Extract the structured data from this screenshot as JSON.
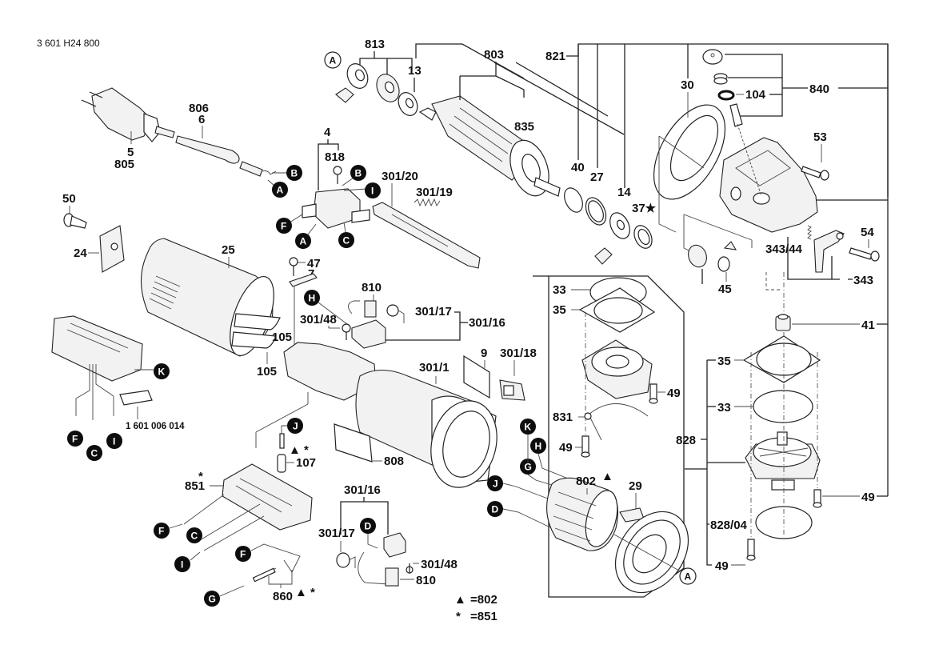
{
  "document": {
    "drawing_number": "3 601 H24 800"
  },
  "part_labels": {
    "p813": "813",
    "p13": "13",
    "p803": "803",
    "p835": "835",
    "p821": "821",
    "p40": "40",
    "p27": "27",
    "p14": "14",
    "p37": "37★",
    "p30": "30",
    "p104": "104",
    "p840": "840",
    "p53": "53",
    "p54": "54",
    "p343_44": "343/44",
    "p343": "343",
    "p45": "45",
    "p41": "41",
    "p35_right": "35",
    "p33_right": "33",
    "p828": "828",
    "p49_right": "49",
    "p828_04": "828/04",
    "p49_right_low": "49",
    "p806": "806",
    "p6": "6",
    "p5": "5",
    "p805": "805",
    "p4": "4",
    "p818": "818",
    "p301_20": "301/20",
    "p301_19": "301/19",
    "p50": "50",
    "p24": "24",
    "p25": "25",
    "p105_a": "105",
    "p105_b": "105",
    "p47": "47",
    "p7": "7",
    "p810_top": "810",
    "p301_17_top": "301/17",
    "p301_16_top": "301/16",
    "p301_48_top": "301/48",
    "p9": "9",
    "p301_18": "301/18",
    "p301_1": "301/1",
    "p808": "808",
    "p1601": "1 601 006 014",
    "p107": "107",
    "p851": "851",
    "p860": "860",
    "p301_16_low": "301/16",
    "p301_17_low": "301/17",
    "p301_48_low": "301/48",
    "p810_low": "810",
    "p802": "802",
    "p29": "29",
    "p33_box": "33",
    "p35_box": "35",
    "p49_box_a": "49",
    "p831": "831",
    "p49_box_b": "49"
  },
  "markers": {
    "triangle": "▲",
    "star": "★",
    "asterisk": "*",
    "tri_star": "▲ *"
  },
  "connection_refs": {
    "A_top": "A",
    "A_plug": "A",
    "B_plug": "B",
    "B_switch": "B",
    "I_switch": "I",
    "F_switch": "F",
    "A_switch": "A",
    "C_switch": "C",
    "H_mid": "H",
    "K_module": "K",
    "F_module": "F",
    "C_module": "C",
    "I_module": "I",
    "J_mid": "J",
    "F_low": "F",
    "C_low": "C",
    "I_low": "I",
    "F_low2": "F",
    "G_low": "G",
    "D_low": "D",
    "K_field": "K",
    "H_field": "H",
    "G_field": "G",
    "J_field": "J",
    "D_field": "D",
    "A_field": "A"
  },
  "legend": [
    {
      "symbol": "▲",
      "text": "=802"
    },
    {
      "symbol": "*",
      "text": "=851"
    }
  ]
}
